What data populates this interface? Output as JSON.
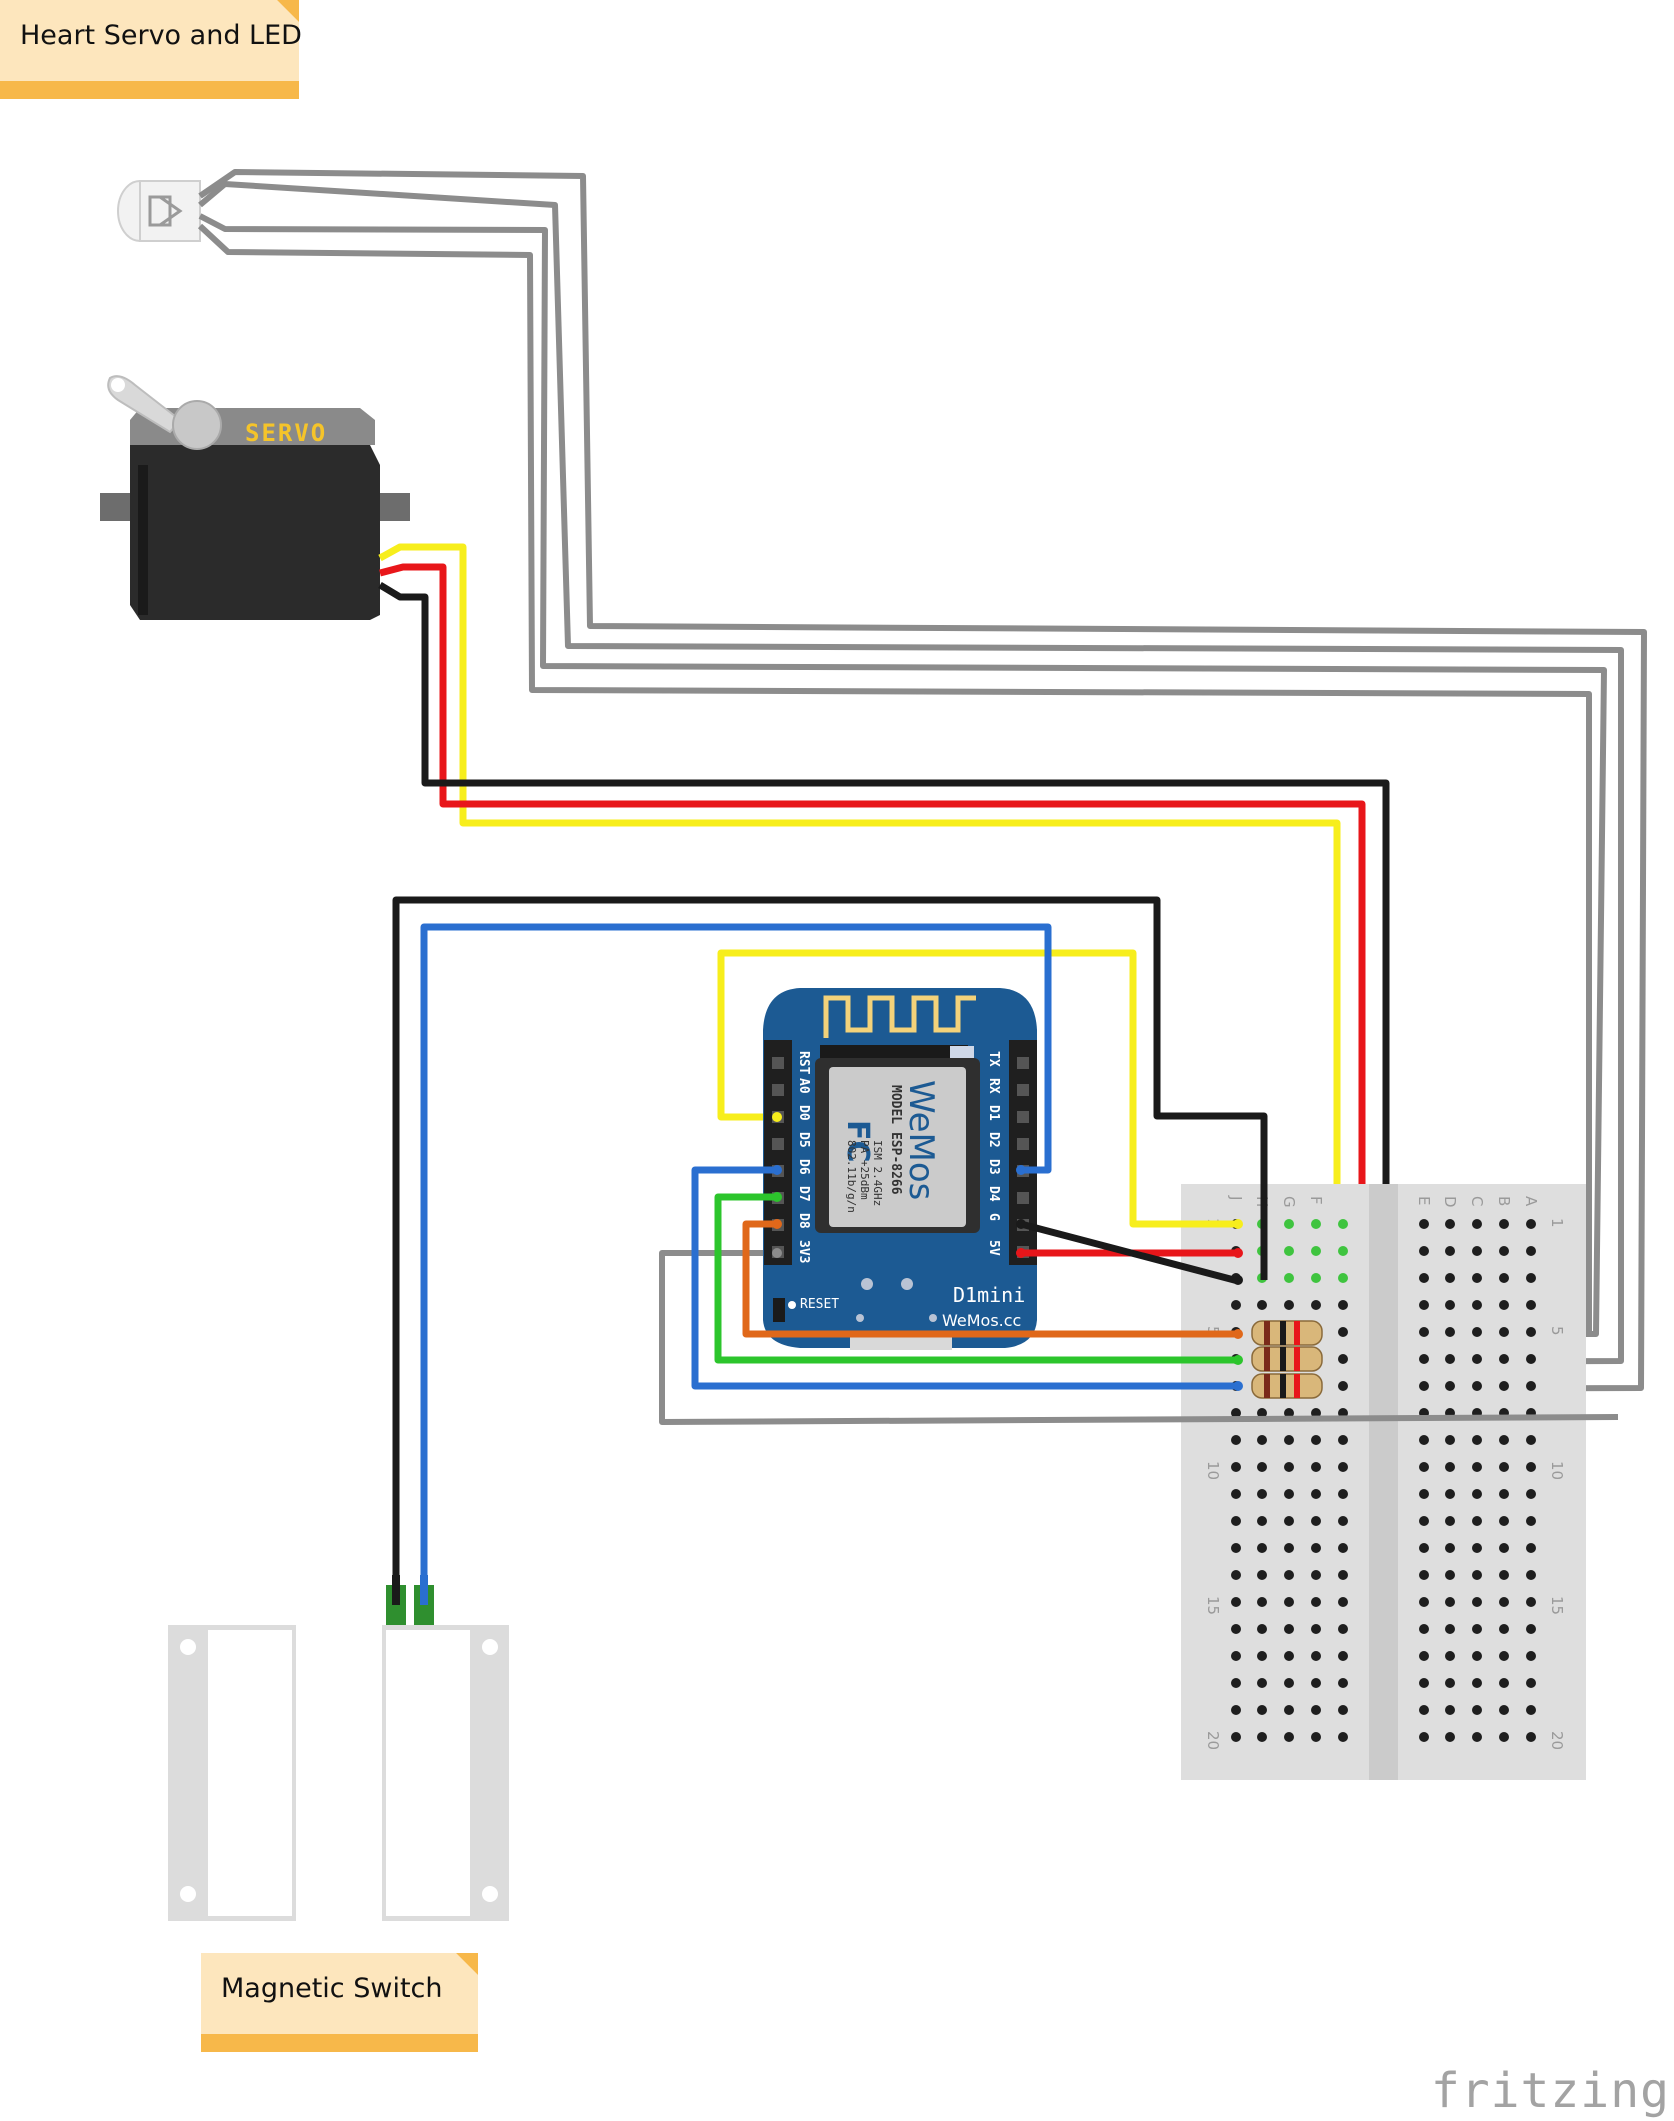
{
  "notes": {
    "top": "Heart Servo and LED",
    "bottom": "Magnetic Switch"
  },
  "servo": {
    "label": "SERVO"
  },
  "board": {
    "model_line1": "MODEL ESP-8266",
    "model_line2": "ISM 2.4GHz",
    "model_line3": "PA +25dBm",
    "model_line4": "802.11b/g/n",
    "brand": "WeMos",
    "name": "D1mini",
    "site": "WeMos.cc",
    "reset": "RESET",
    "fc": "FC",
    "left_pins": [
      "RST",
      "A0",
      "D0",
      "D5",
      "D6",
      "D7",
      "D8",
      "3V3"
    ],
    "right_pins": [
      "TX",
      "RX",
      "D1",
      "D2",
      "D3",
      "D4",
      "G",
      "5V"
    ]
  },
  "breadboard": {
    "cols_left": [
      "J",
      "H",
      "G",
      "F"
    ],
    "cols_right": [
      "E",
      "D",
      "C",
      "B",
      "A"
    ],
    "row_numbers": [
      "1",
      "5",
      "10",
      "15",
      "20"
    ]
  },
  "colors": {
    "yellow": "#f7ee1c",
    "red": "#e8161a",
    "black": "#1a1a1a",
    "blue": "#2a6fd0",
    "green": "#2cc52c",
    "orange": "#e0681a",
    "gray": "#8c8c8c",
    "board": "#1c5a93"
  },
  "watermark": "fritzing"
}
